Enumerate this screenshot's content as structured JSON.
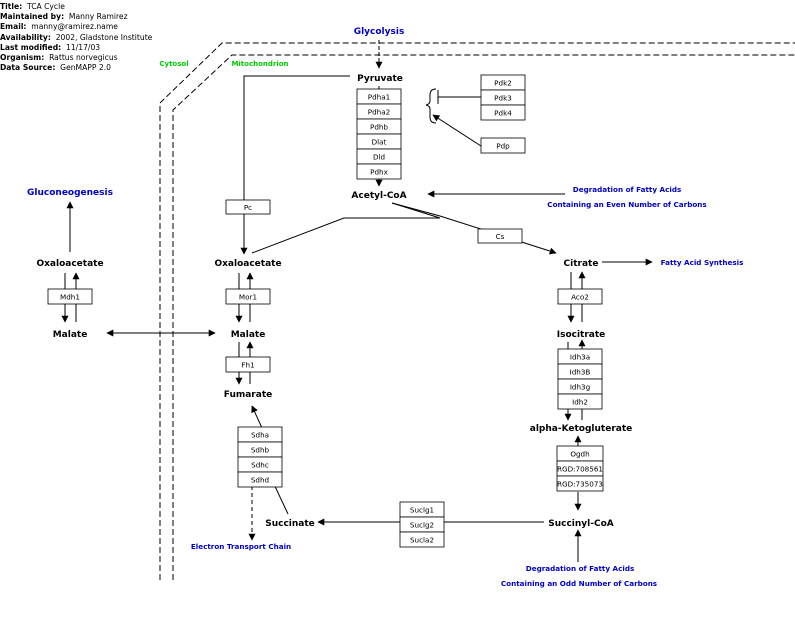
{
  "header": [
    {
      "label": "Title:",
      "value": "TCA Cycle"
    },
    {
      "label": "Maintained by:",
      "value": "Manny Ramirez"
    },
    {
      "label": "Email:",
      "value": "manny@ramirez.name"
    },
    {
      "label": "Availability:",
      "value": "2002, Gladstone Institute"
    },
    {
      "label": "Last modified:",
      "value": "11/17/03"
    },
    {
      "label": "Organism:",
      "value": "Rattus norvegicus"
    },
    {
      "label": "Data Source:",
      "value": "GenMAPP 2.0"
    }
  ],
  "compartments": {
    "cytosol": "Cytosol",
    "mitochondrion": "Mitochondrion"
  },
  "pathways": {
    "glycolysis": "Glycolysis",
    "gluconeogenesis": "Gluconeogenesis",
    "fatty_acid_synthesis": "Fatty Acid Synthesis",
    "electron_transport_chain": "Electron Transport Chain",
    "degradation_even_1": "Degradation of Fatty Acids",
    "degradation_even_2": "Containing an Even Number of Carbons",
    "degradation_odd_1": "Degradation of Fatty Acids",
    "degradation_odd_2": "Containing an Odd Number of Carbons"
  },
  "metabolites": {
    "pyruvate": "Pyruvate",
    "acetyl_coa": "Acetyl-CoA",
    "oxaloacetate_left": "Oxaloacetate",
    "malate_left": "Malate",
    "oxaloacetate": "Oxaloacetate",
    "malate": "Malate",
    "fumarate": "Fumarate",
    "succinate": "Succinate",
    "succinyl_coa": "Succinyl-CoA",
    "alpha_ketoglutarate": "alpha-Ketogluterate",
    "isocitrate": "Isocitrate",
    "citrate": "Citrate"
  },
  "genes": {
    "pdh_complex": [
      "Pdha1",
      "Pdha2",
      "Pdhb",
      "Dlat",
      "Dld",
      "Pdhx"
    ],
    "pdk": [
      "Pdk2",
      "Pdk3",
      "Pdk4"
    ],
    "pdp": "Pdp",
    "pc": "Pc",
    "cs": "Cs",
    "mdh1_left": "Mdh1",
    "mor1": "Mor1",
    "fh1": "Fh1",
    "sdh": [
      "Sdha",
      "Sdhb",
      "Sdhc",
      "Sdhd"
    ],
    "sucl": [
      "Suclg1",
      "Suclg2",
      "Sucla2"
    ],
    "ogdh": [
      "Ogdh",
      "RGD:708561",
      "RGD:735073"
    ],
    "idh": [
      "Idh3a",
      "Idh3B",
      "Idh3g",
      "Idh2"
    ],
    "aco2": "Aco2"
  },
  "colors": {
    "pathway": "#0000cc",
    "compartment": "#00cc00",
    "line": "#000000"
  }
}
